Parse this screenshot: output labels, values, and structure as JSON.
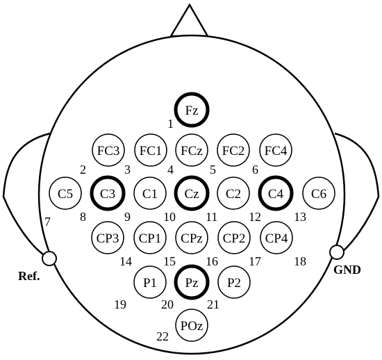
{
  "electrodes": {
    "fz": "Fz",
    "fc3": "FC3",
    "fc1": "FC1",
    "fcz": "FCz",
    "fc2": "FC2",
    "fc4": "FC4",
    "c5": "C5",
    "c3": "C3",
    "c1": "C1",
    "cz": "Cz",
    "c2": "C2",
    "c4": "C4",
    "c6": "C6",
    "cp3": "CP3",
    "cp1": "CP1",
    "cpz": "CPz",
    "cp2": "CP2",
    "cp4": "CP4",
    "p1": "P1",
    "pz": "Pz",
    "p2": "P2",
    "poz": "POz"
  },
  "highlighted": [
    "Fz",
    "C3",
    "Cz",
    "C4",
    "Pz"
  ],
  "numbers": {
    "n1": "1",
    "n2": "2",
    "n3": "3",
    "n4": "4",
    "n5": "5",
    "n6": "6",
    "n7": "7",
    "n8": "8",
    "n9": "9",
    "n10": "10",
    "n11": "11",
    "n12": "12",
    "n13": "13",
    "n14": "14",
    "n15": "15",
    "n16": "16",
    "n17": "17",
    "n18": "18",
    "n19": "19",
    "n20": "20",
    "n21": "21",
    "n22": "22"
  },
  "reference_label": "Ref.",
  "ground_label": "GND",
  "colors": {
    "stroke": "#000000",
    "background": "#ffffff"
  }
}
